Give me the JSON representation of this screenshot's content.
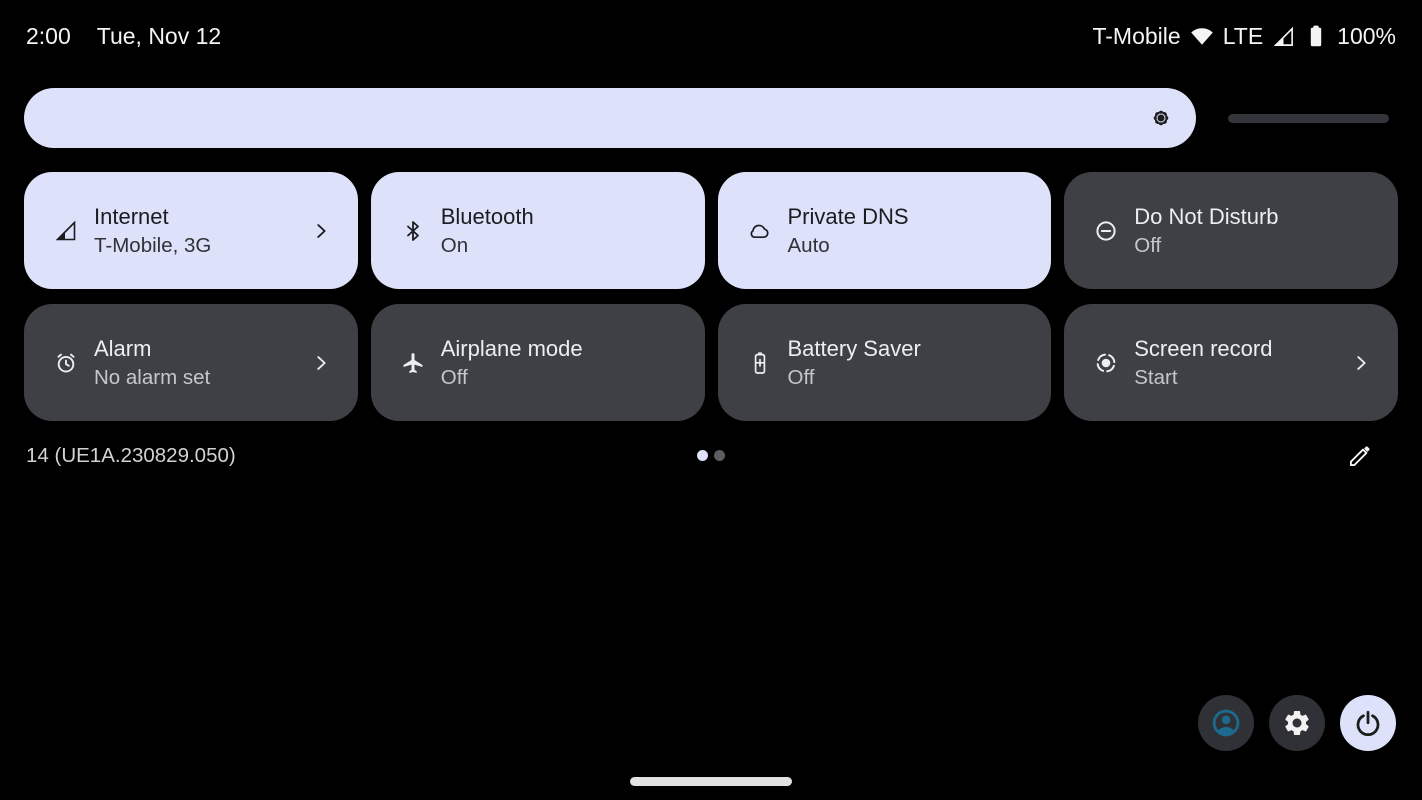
{
  "status_bar": {
    "time": "2:00",
    "date": "Tue, Nov 12",
    "carrier": "T-Mobile",
    "network_type": "LTE",
    "battery_percent": "100%",
    "icons": [
      "wifi-icon",
      "cellular-signal-icon",
      "battery-icon"
    ]
  },
  "brightness_slider": {
    "value_percent": 87,
    "icon": "brightness-icon"
  },
  "tiles": [
    {
      "title": "Internet",
      "subtitle": "T-Mobile, 3G",
      "state": "active",
      "icon": "mobile-signal-icon",
      "chevron": true
    },
    {
      "title": "Bluetooth",
      "subtitle": "On",
      "state": "active",
      "icon": "bluetooth-icon",
      "chevron": false
    },
    {
      "title": "Private DNS",
      "subtitle": "Auto",
      "state": "active",
      "icon": "cloud-icon",
      "chevron": false
    },
    {
      "title": "Do Not Disturb",
      "subtitle": "Off",
      "state": "inactive",
      "icon": "do-not-disturb-icon",
      "chevron": false
    },
    {
      "title": "Alarm",
      "subtitle": "No alarm set",
      "state": "inactive",
      "icon": "alarm-icon",
      "chevron": true
    },
    {
      "title": "Airplane mode",
      "subtitle": "Off",
      "state": "inactive",
      "icon": "airplane-icon",
      "chevron": false
    },
    {
      "title": "Battery Saver",
      "subtitle": "Off",
      "state": "inactive",
      "icon": "battery-saver-icon",
      "chevron": false
    },
    {
      "title": "Screen record",
      "subtitle": "Start",
      "state": "inactive",
      "icon": "screen-record-icon",
      "chevron": true
    }
  ],
  "footer": {
    "build_number": "14 (UE1A.230829.050)",
    "pages_total": 2,
    "active_page_index": 0,
    "edit_icon": "pencil-icon"
  },
  "bottom_buttons": [
    {
      "name": "user-switcher",
      "icon": "person-icon"
    },
    {
      "name": "settings",
      "icon": "gear-icon"
    },
    {
      "name": "power",
      "icon": "power-icon"
    }
  ],
  "colors": {
    "background": "#000000",
    "active_tile": "#dde1f9",
    "inactive_tile": "#3e4045",
    "slider_track": "#33353a",
    "user_icon_teal": "#1d6a8e"
  }
}
